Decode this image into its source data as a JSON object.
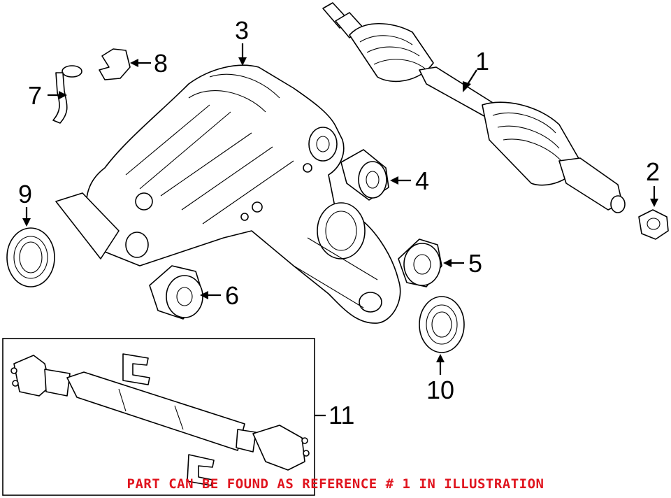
{
  "callouts": [
    {
      "id": 1,
      "label": "1"
    },
    {
      "id": 2,
      "label": "2"
    },
    {
      "id": 3,
      "label": "3"
    },
    {
      "id": 4,
      "label": "4"
    },
    {
      "id": 5,
      "label": "5"
    },
    {
      "id": 6,
      "label": "6"
    },
    {
      "id": 7,
      "label": "7"
    },
    {
      "id": 8,
      "label": "8"
    },
    {
      "id": 9,
      "label": "9"
    },
    {
      "id": 10,
      "label": "10"
    },
    {
      "id": 11,
      "label": "11"
    }
  ],
  "note": {
    "text": "PART CAN BE FOUND AS REFERENCE # 1 IN ILLUSTRATION",
    "color": "#e0141e"
  },
  "icons": [
    "axle-shaft-icon",
    "nut-icon",
    "differential-housing-icon",
    "bushing-icon",
    "seal-icon",
    "vent-tube-icon",
    "clip-icon",
    "drive-shaft-icon"
  ]
}
